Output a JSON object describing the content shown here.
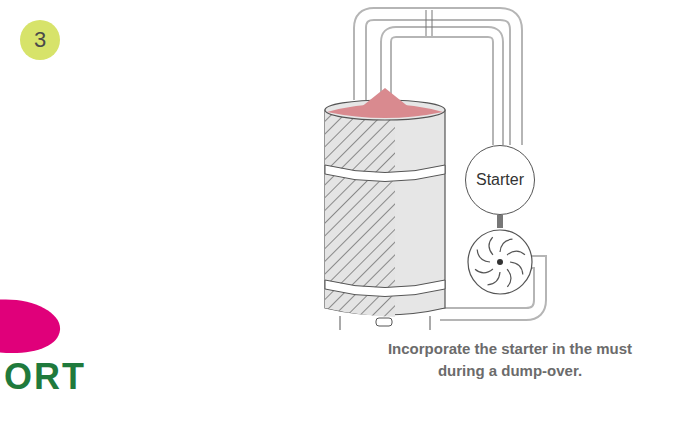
{
  "diagram": {
    "caption": "Incorporate the starter in the must during a dump-over.",
    "nodes": [
      {
        "text": [
          "3"
        ]
      },
      {
        "text": [
          "Starter"
        ]
      }
    ],
    "labels": [
      "ORT"
    ]
  }
}
